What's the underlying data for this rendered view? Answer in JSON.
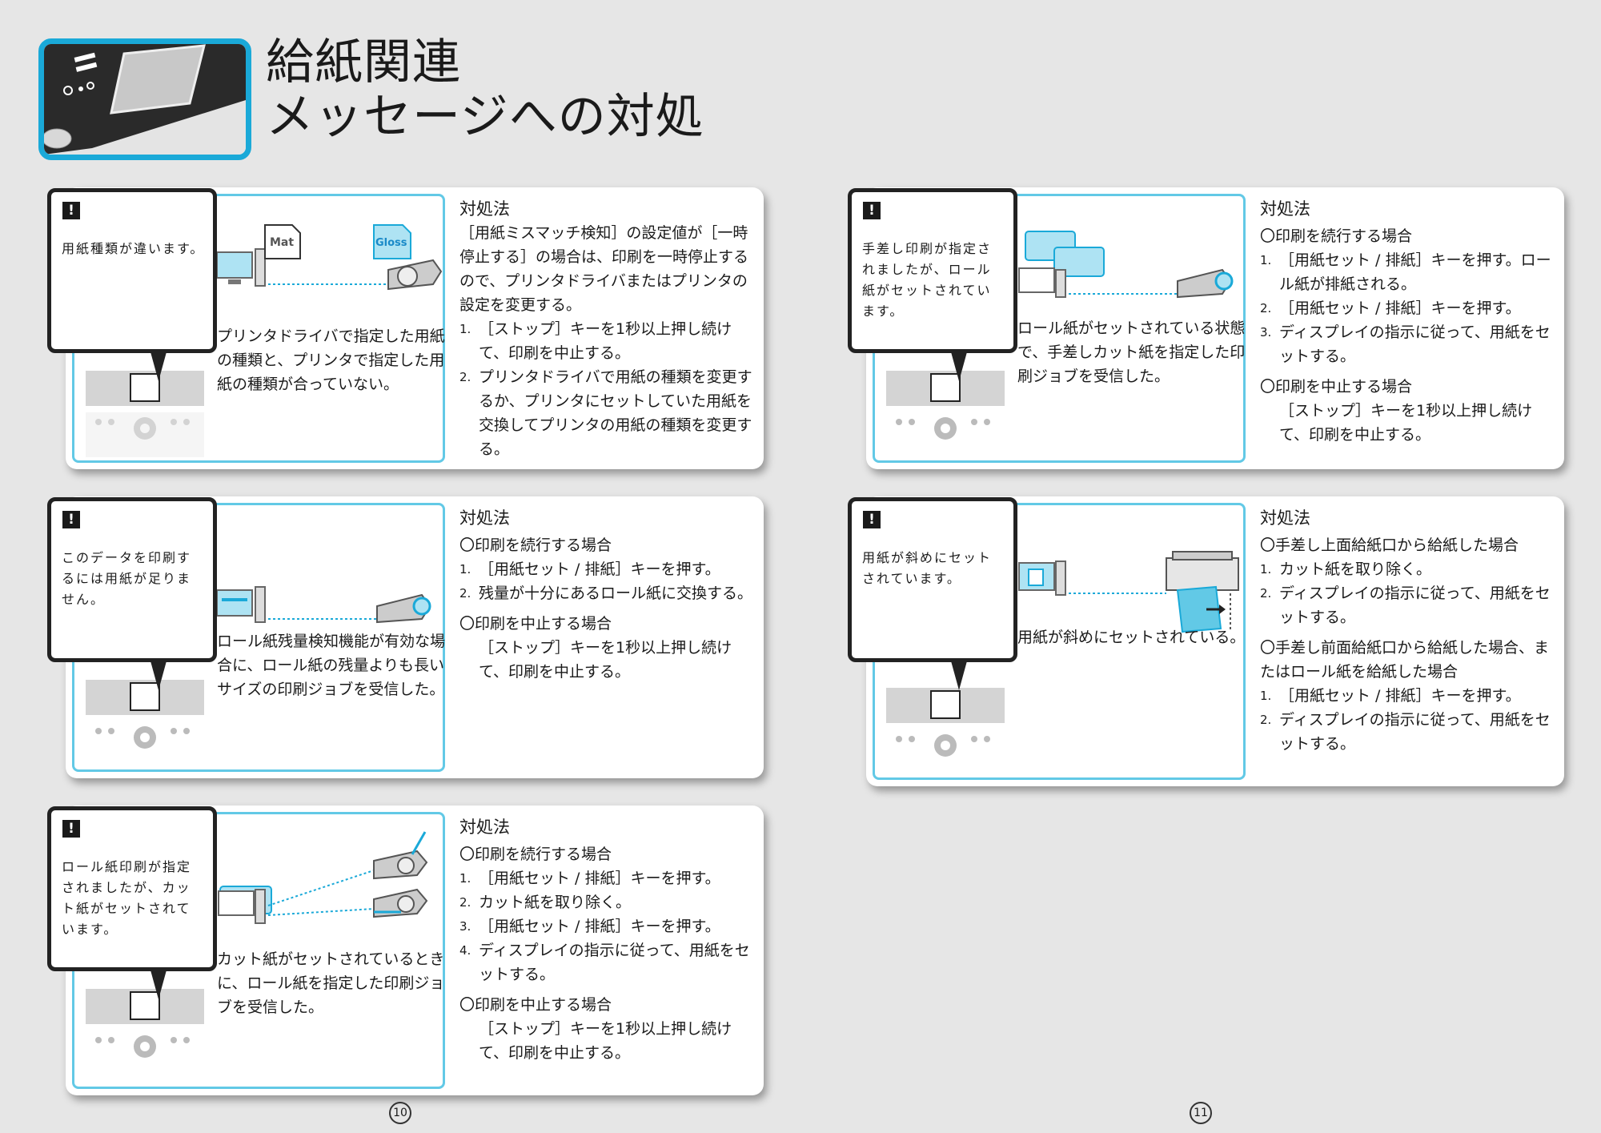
{
  "header": {
    "title_line1": "給紙関連",
    "title_line2": "メッセージへの対処"
  },
  "cards": [
    {
      "message": "用紙種類が違います。",
      "description": "プリンタドライバで指定した用紙の種類と、プリンタで指定した用紙の種類が合っていない。",
      "illustration": {
        "label_mat": "Mat",
        "label_gloss": "Gloss"
      },
      "solution_title": "対処法",
      "solution_intro": "［用紙ミスマッチ検知］の設定値が［一時停止する］の場合は、印刷を一時停止するので、プリンタドライバまたはプリンタの設定を変更する。",
      "steps": [
        {
          "num": "1.",
          "text": "［ストップ］キーを1秒以上押し続けて、印刷を中止する。"
        },
        {
          "num": "2.",
          "text": "プリンタドライバで用紙の種類を変更するか、プリンタにセットしていた用紙を交換してプリンタの用紙の種類を変更する。"
        }
      ]
    },
    {
      "message": "このデータを印刷するには用紙が足りません。",
      "description": "ロール紙残量検知機能が有効な場合に、ロール紙の残量よりも長いサイズの印刷ジョブを受信した。",
      "solution_title": "対処法",
      "groups": [
        {
          "heading": "〇印刷を続行する場合",
          "steps": [
            {
              "num": "1.",
              "text": "［用紙セット / 排紙］キーを押す。"
            },
            {
              "num": "2.",
              "text": "残量が十分にあるロール紙に交換する。"
            }
          ]
        },
        {
          "heading": "〇印刷を中止する場合",
          "note": "［ストップ］キーを1秒以上押し続けて、印刷を中止する。"
        }
      ]
    },
    {
      "message": "ロール紙印刷が指定されましたが、カット紙がセットされています。",
      "description": "カット紙がセットされているときに、ロール紙を指定した印刷ジョブを受信した。",
      "solution_title": "対処法",
      "groups": [
        {
          "heading": "〇印刷を続行する場合",
          "steps": [
            {
              "num": "1.",
              "text": "［用紙セット / 排紙］キーを押す。"
            },
            {
              "num": "2.",
              "text": "カット紙を取り除く。"
            },
            {
              "num": "3.",
              "text": "［用紙セット / 排紙］キーを押す。"
            },
            {
              "num": "4.",
              "text": "ディスプレイの指示に従って、用紙をセットする。"
            }
          ]
        },
        {
          "heading": "〇印刷を中止する場合",
          "note": "［ストップ］キーを1秒以上押し続けて、印刷を中止する。"
        }
      ]
    },
    {
      "message": "手差し印刷が指定されましたが、ロール紙がセットされています。",
      "description": "ロール紙がセットされている状態で、手差しカット紙を指定した印刷ジョブを受信した。",
      "solution_title": "対処法",
      "groups": [
        {
          "heading": "〇印刷を続行する場合",
          "steps": [
            {
              "num": "1.",
              "text": "［用紙セット / 排紙］キーを押す。ロール紙が排紙される。"
            },
            {
              "num": "2.",
              "text": "［用紙セット / 排紙］キーを押す。"
            },
            {
              "num": "3.",
              "text": "ディスプレイの指示に従って、用紙をセットする。"
            }
          ]
        },
        {
          "heading": "〇印刷を中止する場合",
          "note": "［ストップ］キーを1秒以上押し続けて、印刷を中止する。"
        }
      ]
    },
    {
      "message": "用紙が斜めにセットされています。",
      "description": "用紙が斜めにセットされている。",
      "solution_title": "対処法",
      "groups": [
        {
          "heading": "〇手差し上面給紙口から給紙した場合",
          "steps": [
            {
              "num": "1.",
              "text": "カット紙を取り除く。"
            },
            {
              "num": "2.",
              "text": "ディスプレイの指示に従って、用紙をセットする。"
            }
          ]
        },
        {
          "heading": "〇手差し前面給紙口から給紙した場合、またはロール紙を給紙した場合",
          "steps": [
            {
              "num": "1.",
              "text": "［用紙セット / 排紙］キーを押す。"
            },
            {
              "num": "2.",
              "text": "ディスプレイの指示に従って、用紙をセットする。"
            }
          ]
        }
      ]
    }
  ],
  "page_numbers": {
    "left": "10",
    "right": "11"
  },
  "colors": {
    "accent": "#62c9e6",
    "brand_blue": "#1aa9d8",
    "dark": "#222222"
  }
}
